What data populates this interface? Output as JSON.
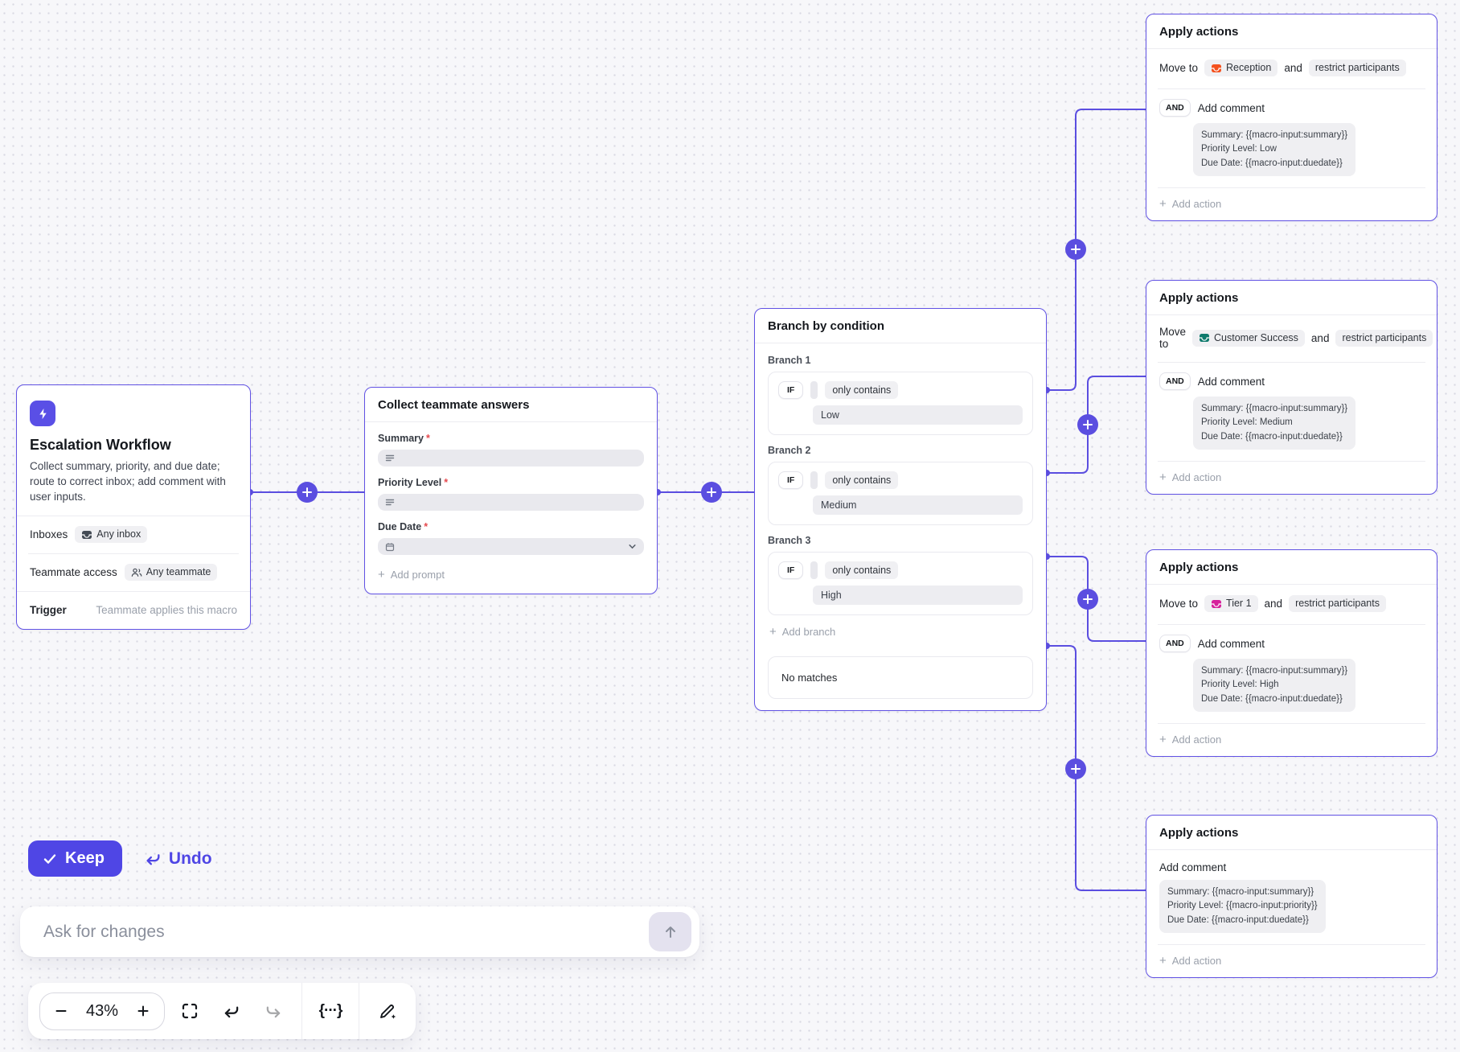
{
  "workflow": {
    "trigger_card": {
      "title": "Escalation Workflow",
      "description": "Collect summary, priority, and due date; route to correct inbox; add comment with user inputs.",
      "inboxes_label": "Inboxes",
      "inboxes_value": "Any inbox",
      "teammate_access_label": "Teammate access",
      "teammate_access_value": "Any teammate",
      "trigger_label": "Trigger",
      "trigger_value": "Teammate applies this macro"
    },
    "collect_card": {
      "title": "Collect teammate answers",
      "required_mark": "*",
      "fields": [
        {
          "label": "Summary"
        },
        {
          "label": "Priority Level"
        },
        {
          "label": "Due Date"
        }
      ],
      "add_prompt_label": "Add prompt"
    },
    "branch_card": {
      "title": "Branch by condition",
      "branches": [
        {
          "label": "Branch 1",
          "if_label": "IF",
          "operator": "only contains",
          "value": "Low"
        },
        {
          "label": "Branch 2",
          "if_label": "IF",
          "operator": "only contains",
          "value": "Medium"
        },
        {
          "label": "Branch 3",
          "if_label": "IF",
          "operator": "only contains",
          "value": "High"
        }
      ],
      "add_branch_label": "Add branch",
      "no_matches_label": "No matches"
    },
    "action_cards": [
      {
        "title": "Apply actions",
        "move_to_label": "Move to",
        "inbox": "Reception",
        "inbox_color": "#f4511e",
        "and_label": "and",
        "restrict_label": "restrict participants",
        "and_badge": "AND",
        "comment_label": "Add comment",
        "comment_text": "Summary: {{macro-input:summary}}\nPriority Level: Low\nDue Date: {{macro-input:duedate}}",
        "add_action_label": "Add action"
      },
      {
        "title": "Apply actions",
        "move_to_label": "Move to",
        "inbox": "Customer Success",
        "inbox_color": "#0e7a6d",
        "and_label": "and",
        "restrict_label": "restrict participants",
        "and_badge": "AND",
        "comment_label": "Add comment",
        "comment_text": "Summary: {{macro-input:summary}}\nPriority Level: Medium\nDue Date: {{macro-input:duedate}}",
        "add_action_label": "Add action"
      },
      {
        "title": "Apply actions",
        "move_to_label": "Move to",
        "inbox": "Tier 1",
        "inbox_color": "#d6219c",
        "and_label": "and",
        "restrict_label": "restrict participants",
        "and_badge": "AND",
        "comment_label": "Add comment",
        "comment_text": "Summary: {{macro-input:summary}}\nPriority Level: High\nDue Date: {{macro-input:duedate}}",
        "add_action_label": "Add action"
      },
      {
        "title": "Apply actions",
        "comment_label": "Add comment",
        "comment_text": "Summary: {{macro-input:summary}}\nPriority Level: {{macro-input:priority}}\nDue Date: {{macro-input:duedate}}",
        "add_action_label": "Add action"
      }
    ]
  },
  "review_bar": {
    "keep_label": "Keep",
    "undo_label": "Undo"
  },
  "chat": {
    "placeholder": "Ask for changes"
  },
  "toolbar": {
    "zoom_level": "43%",
    "icons": [
      "zoom-out",
      "zoom-in",
      "fit-view",
      "undo",
      "redo",
      "variables",
      "edit-sparkle"
    ]
  },
  "colors": {
    "accent": "#4f46e5",
    "node_border": "#6152e4",
    "connector": "#5b4ee0"
  }
}
